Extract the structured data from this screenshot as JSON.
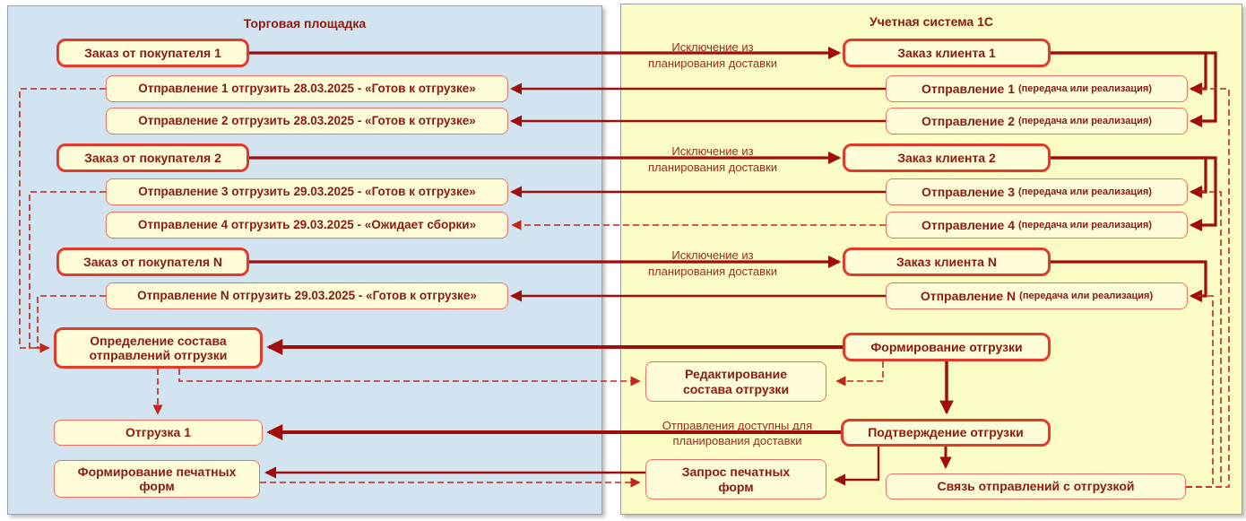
{
  "left_panel": {
    "title": "Торговая площадка",
    "boxes": {
      "order1": "Заказ от покупателя 1",
      "ship1": "Отправление 1 отгрузить 28.03.2025 - «Готов к отгрузке»",
      "ship2": "Отправление 2 отгрузить 28.03.2025 - «Готов к отгрузке»",
      "order2": "Заказ от покупателя 2",
      "ship3": "Отправление 3 отгрузить 29.03.2025 - «Готов к отгрузке»",
      "ship4": "Отправление 4 отгрузить 29.03.2025 - «Ожидает сборки»",
      "orderN": "Заказ от покупателя N",
      "shipN": "Отправление N отгрузить 29.03.2025 - «Готов к отгрузке»",
      "composition": "Определение состава\nотправлений отгрузки",
      "shipment1": "Отгрузка 1",
      "print_forms": "Формирование печатных\nформ"
    }
  },
  "right_panel": {
    "title": "Учетная система 1С",
    "ship_suffix": "(передача или реализация)",
    "boxes": {
      "client1": "Заказ клиента 1",
      "ship1": "Отправление 1",
      "ship2": "Отправление 2",
      "client2": "Заказ клиента 2",
      "ship3": "Отправление 3",
      "ship4": "Отправление 4",
      "clientN": "Заказ клиента N",
      "shipN": "Отправление N",
      "forming": "Формирование отгрузки",
      "editing": "Редактирование\nсостава отгрузки",
      "confirm": "Подтверждение отгрузки",
      "print_request": "Запрос печатных\nформ",
      "link": "Связь отправлений с отгрузкой"
    }
  },
  "edge_labels": {
    "exclusion": "Исключение из\nпланирования доставки",
    "available": "Отправления доступны для\nпланирования доставки"
  },
  "colors": {
    "left_panel_bg": "#d3e4f1",
    "right_panel_bg": "#fcfcc5",
    "node_fill": "#fffdd8",
    "node_border_strong": "#e33a2c",
    "node_border_light": "#ee6f63",
    "line_solid": "#9f0d0d",
    "line_dashed": "#c1271d",
    "text": "#8a1a12"
  }
}
